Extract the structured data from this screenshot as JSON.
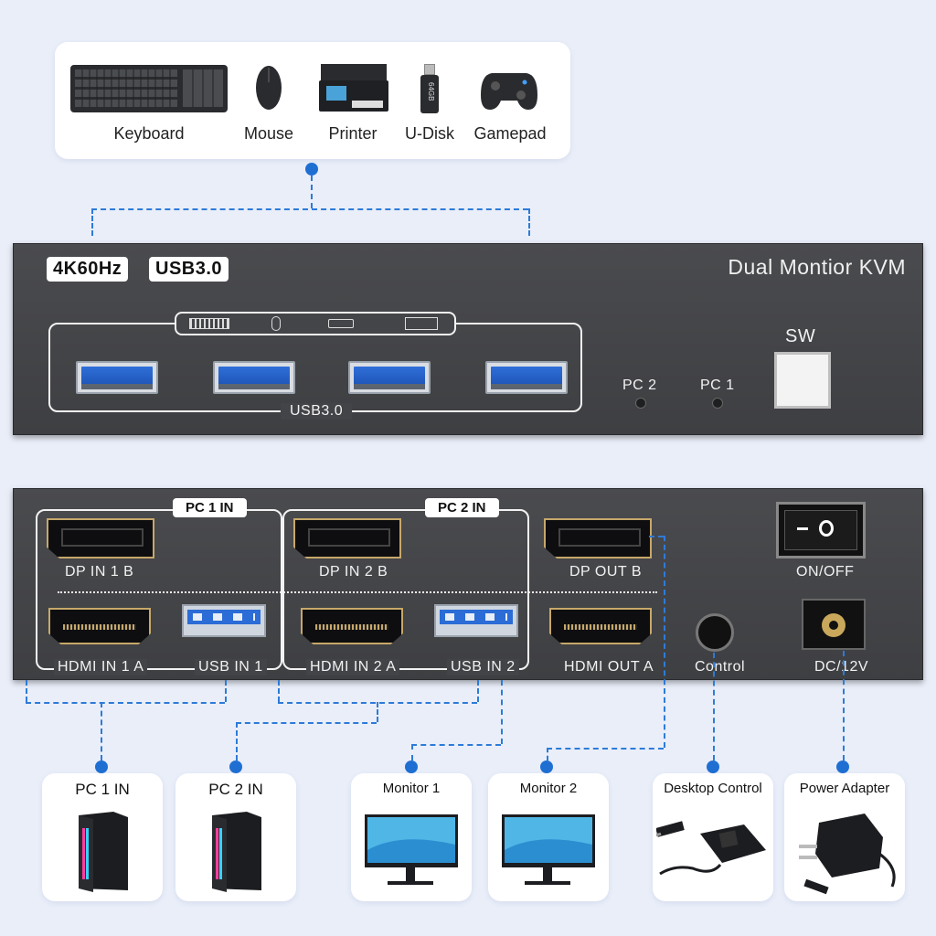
{
  "peripherals": [
    {
      "label": "Keyboard",
      "icon": "keyboard-icon"
    },
    {
      "label": "Mouse",
      "icon": "mouse-icon"
    },
    {
      "label": "Printer",
      "icon": "printer-icon"
    },
    {
      "label": "U-Disk",
      "icon": "usb-drive-icon"
    },
    {
      "label": "Gamepad",
      "icon": "gamepad-icon"
    }
  ],
  "udisk_capacity": "64GB",
  "front_panel": {
    "badge_resolution": "4K60Hz",
    "badge_usb": "USB3.0",
    "title": "Dual Montior KVM",
    "usb_group_label": "USB3.0",
    "led_pc2": "PC 2",
    "led_pc1": "PC 1",
    "switch_label": "SW"
  },
  "rear_panel": {
    "group1_tag": "PC 1 IN",
    "group2_tag": "PC 2 IN",
    "dp_in_1b": "DP IN 1 B",
    "dp_in_2b": "DP IN 2 B",
    "dp_out_b": "DP OUT B",
    "hdmi_in_1a": "HDMI IN 1 A",
    "usb_in_1": "USB IN 1",
    "hdmi_in_2a": "HDMI IN 2 A",
    "usb_in_2": "USB IN 2",
    "hdmi_out_a": "HDMI OUT A",
    "control": "Control",
    "power_switch": "ON/OFF",
    "dc_in": "DC/12V"
  },
  "outputs": [
    {
      "label": "PC 1 IN",
      "icon": "pc-tower-icon"
    },
    {
      "label": "PC 2 IN",
      "icon": "pc-tower-icon"
    },
    {
      "label": "Monitor 1",
      "icon": "monitor-icon"
    },
    {
      "label": "Monitor 2",
      "icon": "monitor-icon"
    },
    {
      "label": "Desktop Control",
      "icon": "desktop-control-icon"
    },
    {
      "label": "Power Adapter",
      "icon": "power-adapter-icon"
    }
  ],
  "colors": {
    "background": "#e9eef9",
    "panel": "#444548",
    "connector_line": "#2d7bd8",
    "usb_blue": "#2b6cd6"
  }
}
